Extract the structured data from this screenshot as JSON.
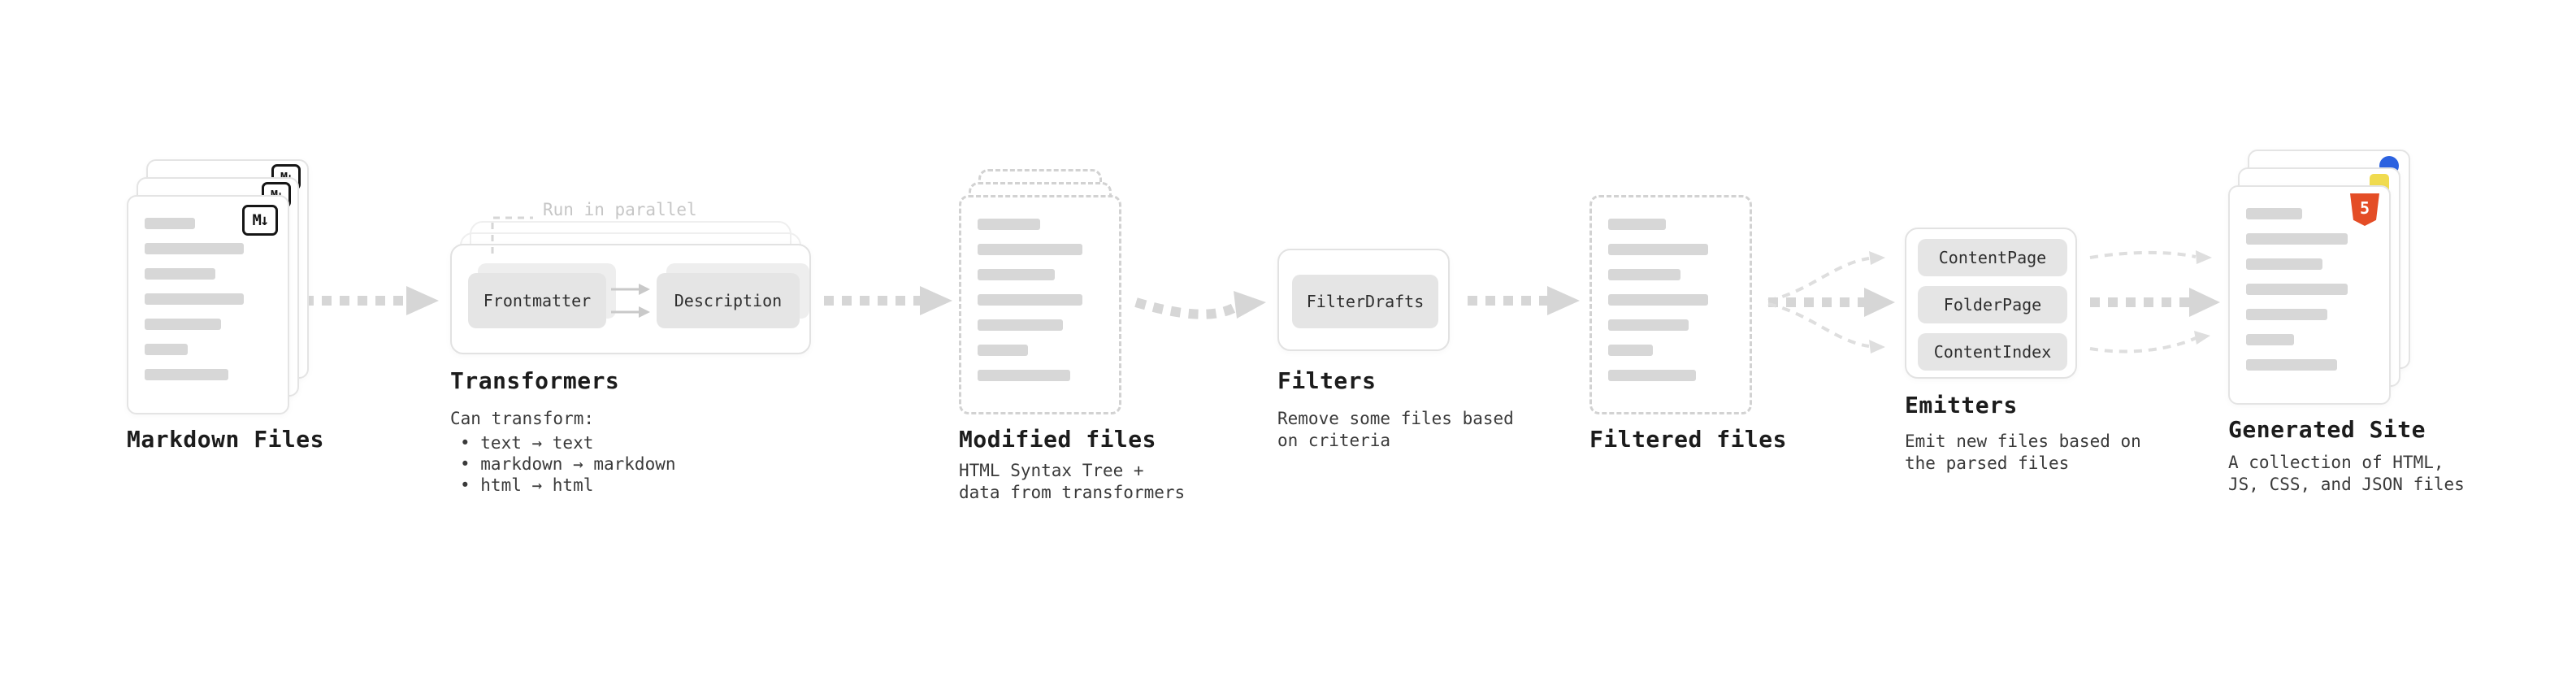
{
  "diagram": {
    "nodes": {
      "markdown_files": {
        "label": "Markdown Files"
      },
      "transformers": {
        "label": "Transformers",
        "callout": "Run in parallel",
        "pills": [
          "Frontmatter",
          "Description"
        ],
        "desc_title": "Can transform:",
        "bullets": [
          "• text → text",
          "• markdown → markdown",
          "• html → html"
        ]
      },
      "modified_files": {
        "label": "Modified files",
        "desc": "HTML Syntax Tree +\ndata from transformers"
      },
      "filters": {
        "label": "Filters",
        "pills": [
          "FilterDrafts"
        ],
        "desc": "Remove some files based\non criteria"
      },
      "filtered_files": {
        "label": "Filtered files"
      },
      "emitters": {
        "label": "Emitters",
        "pills": [
          "ContentPage",
          "FolderPage",
          "ContentIndex"
        ],
        "desc": "Emit new files based on\nthe parsed files"
      },
      "generated_site": {
        "label": "Generated Site",
        "desc": "A collection of HTML,\nJS, CSS, and JSON files"
      }
    },
    "icons": {
      "markdown": "M↓",
      "html5": "5"
    },
    "colors": {
      "markdown_icon": "#161616",
      "html5_icon": "#e44d26",
      "js_icon": "#f0db4f",
      "css_icon": "#2c62e0",
      "arrow": "#d6d6d6",
      "bar": "#d7d7d7",
      "pill_bg": "#e5e5e5",
      "muted_text": "#c6c6c6"
    }
  }
}
